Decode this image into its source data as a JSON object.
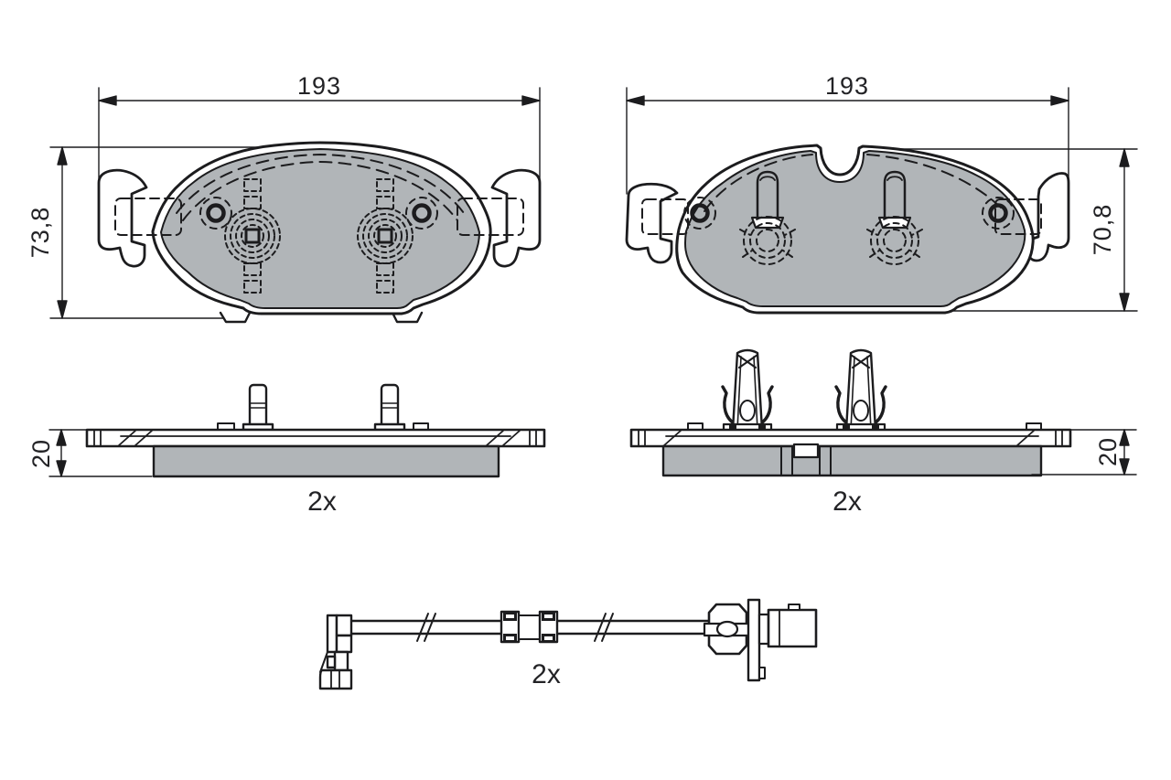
{
  "drawing": {
    "type": "brake-pad-set-technical-drawing",
    "views": {
      "pad_front_left": {
        "width": "193",
        "height": "73,8"
      },
      "pad_front_right": {
        "width": "193",
        "height": "70,8"
      },
      "pad_side_left": {
        "thickness": "20",
        "quantity": "2x"
      },
      "pad_side_right": {
        "thickness": "20",
        "quantity": "2x"
      },
      "wear_sensor": {
        "quantity": "2x"
      }
    },
    "colors": {
      "background": "#ffffff",
      "line": "#1c1c1e",
      "friction_material_fill": "#b1b5b8",
      "text": "#232326"
    }
  }
}
